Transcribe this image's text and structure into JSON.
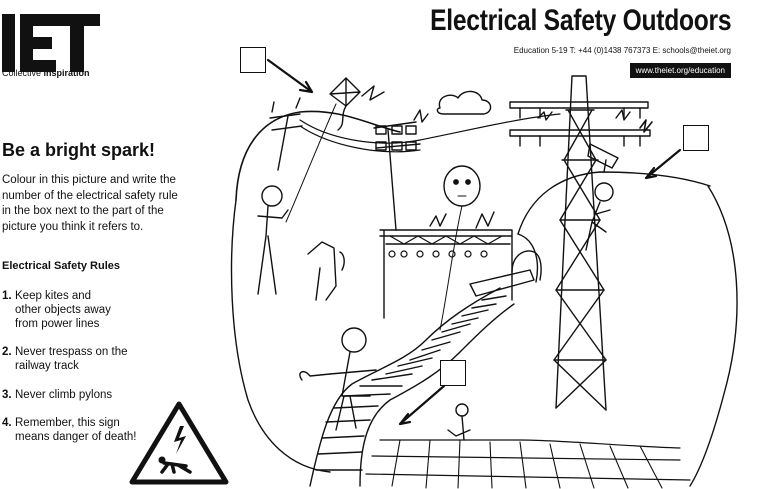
{
  "header": {
    "logo_text": "IET",
    "tagline_prefix": "Collective ",
    "tagline_bold": "inspiration",
    "title": "Electrical Safety Outdoors",
    "contact": "Education 5-19   T: +44 (0)1438 767373   E: schools@theiet.org",
    "url": "www.theiet.org/education"
  },
  "intro": {
    "headline": "Be a bright spark!",
    "instructions": "Colour in this picture and write the number of the electrical safety rule in the box next to the part of the picture you think it refers to."
  },
  "rules": {
    "heading": "Electrical Safety Rules",
    "items": [
      {
        "number": "1.",
        "text": "Keep kites and\nother objects away\nfrom power lines"
      },
      {
        "number": "2.",
        "text": "Never trespass on the\nrailway track"
      },
      {
        "number": "3.",
        "text": "Never climb pylons"
      },
      {
        "number": "4.",
        "text": "Remember, this sign\nmeans danger of death!"
      }
    ]
  },
  "answer_boxes": [
    {
      "value": ""
    },
    {
      "value": ""
    },
    {
      "value": ""
    }
  ],
  "colors": {
    "ink": "#111111",
    "background": "#ffffff"
  }
}
